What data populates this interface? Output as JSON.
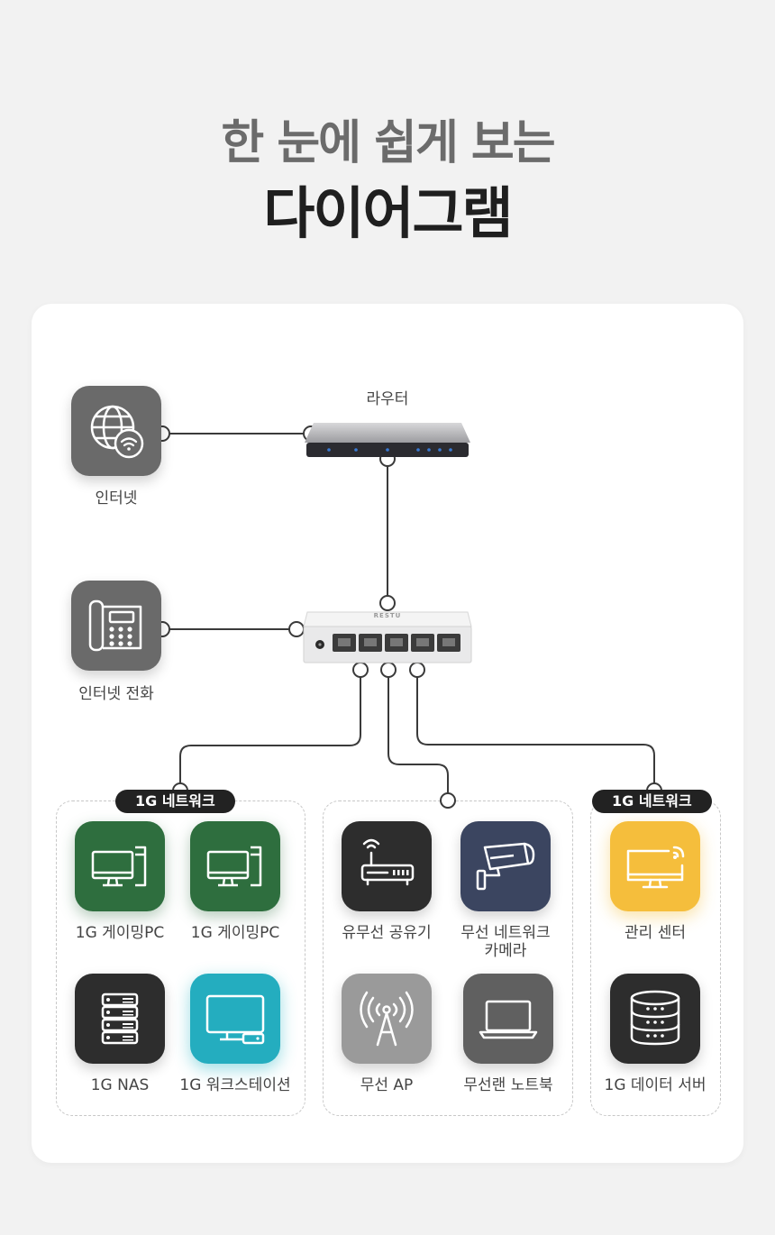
{
  "header": {
    "line1": "한 눈에 쉽게 보는",
    "line2": "다이어그램"
  },
  "devices": {
    "router": "라우터",
    "internet": "인터넷",
    "voip": "인터넷 전화",
    "switch_brand": "RESTU"
  },
  "groups": {
    "left_badge": "1G 네트워크",
    "right_badge": "1G 네트워크"
  },
  "endpoints": {
    "gaming_pc_1": "1G 게이밍PC",
    "gaming_pc_2": "1G 게이밍PC",
    "nas": "1G NAS",
    "workstation": "1G 워크스테이션",
    "wifi_router": "유무선 공유기",
    "camera_line1": "무선 네트워크",
    "camera_line2": "카메라",
    "ap": "무선 AP",
    "laptop": "무선랜 노트북",
    "management": "관리 센터",
    "data_server": "1G 데이터 서버"
  },
  "colors": {
    "green": "#2e6e3e",
    "teal": "#24adbf",
    "yellow": "#f5be3c",
    "navy": "#3b4560",
    "dark": "#2d2d2d",
    "gray_icon": "#6a6a6a",
    "light_gray": "#9a9a9a",
    "mid_gray": "#606060"
  }
}
